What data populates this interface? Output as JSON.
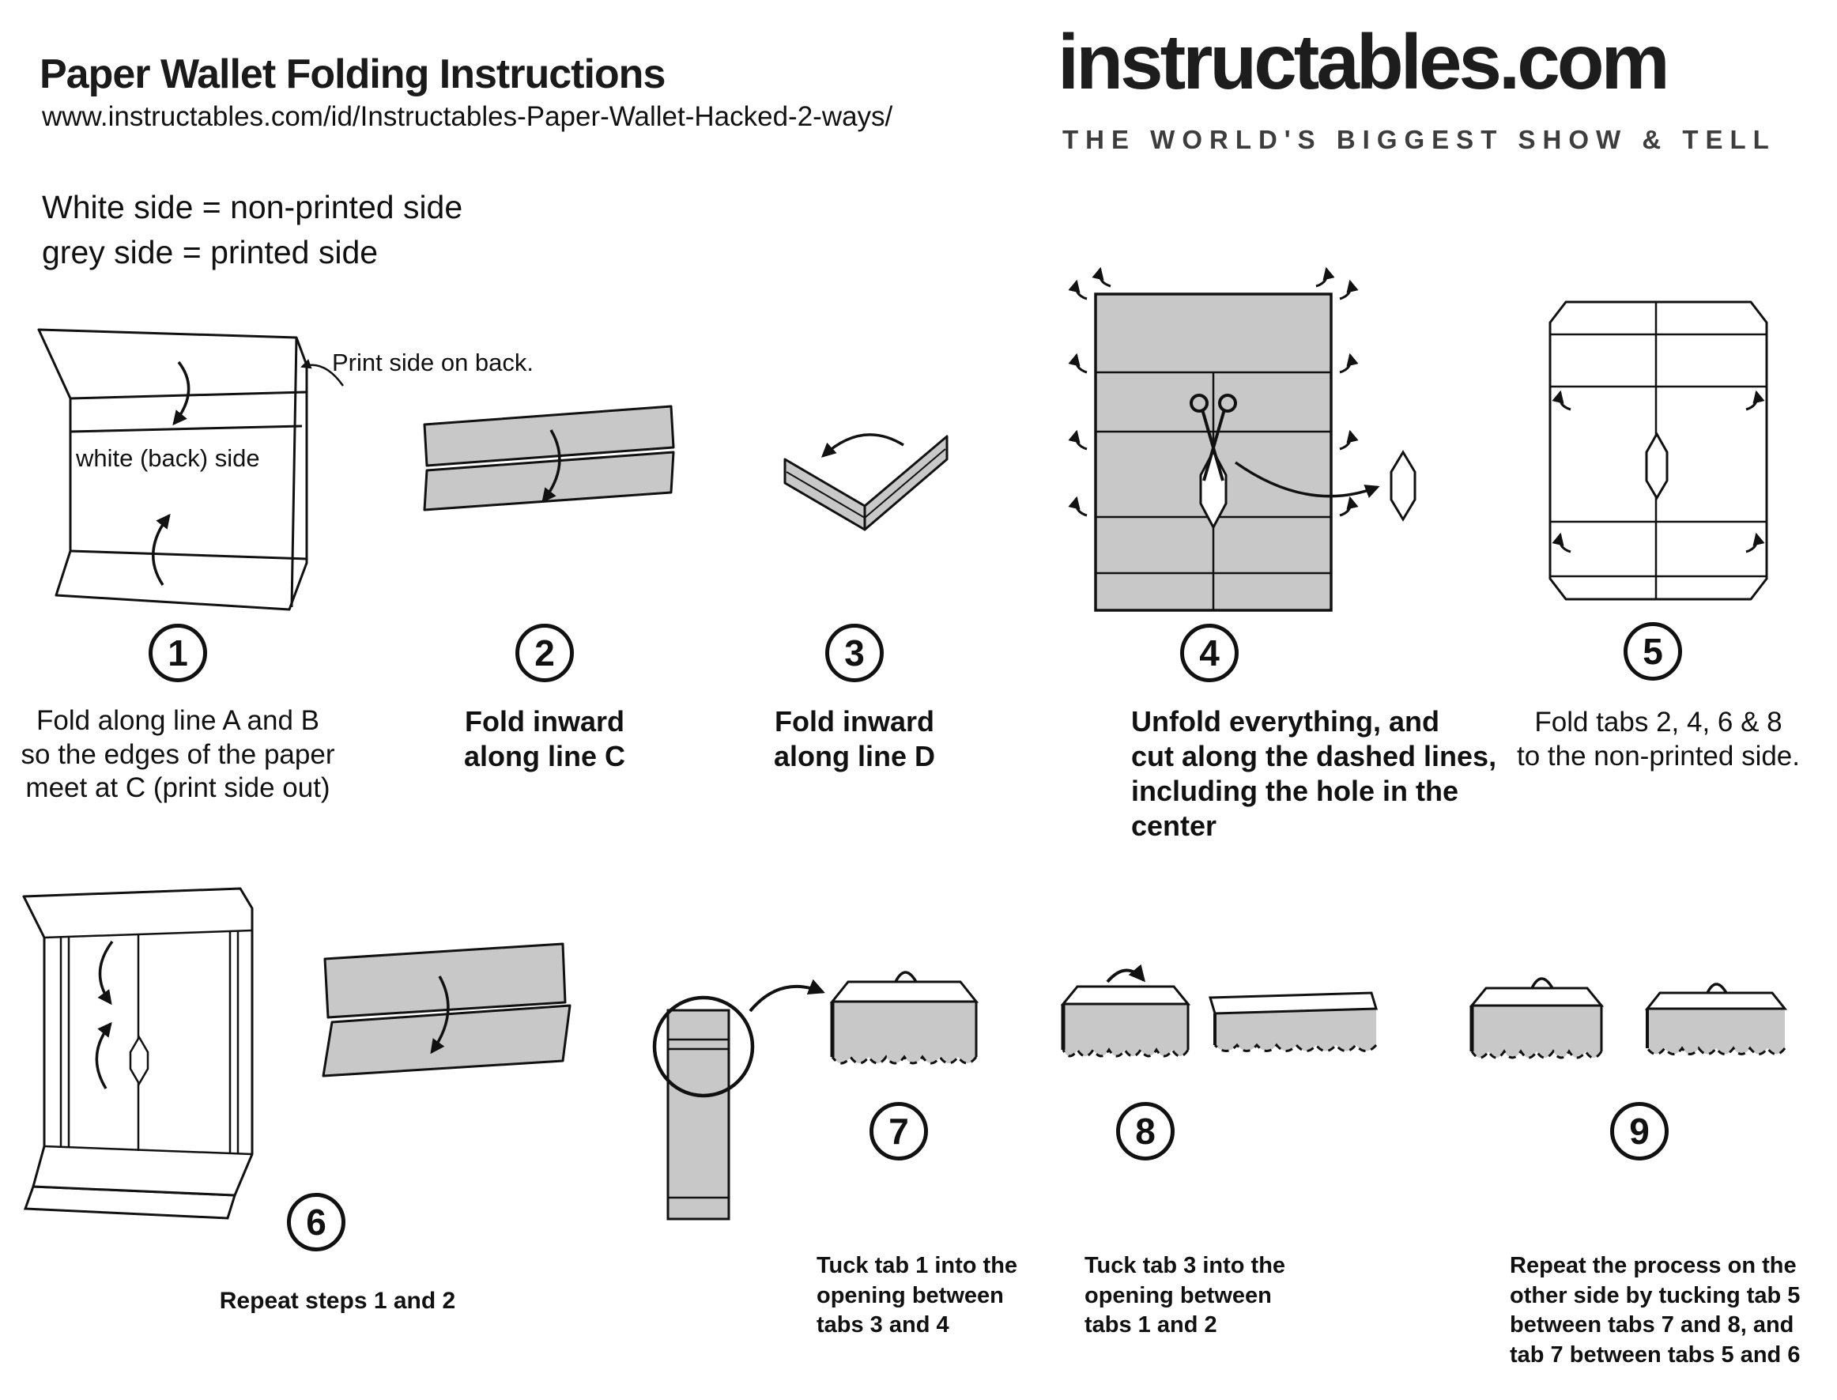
{
  "header": {
    "title": "Paper Wallet Folding Instructions",
    "url": "www.instructables.com/id/Instructables-Paper-Wallet-Hacked-2-ways/",
    "legend": "White side = non-printed side\ngrey side = printed side"
  },
  "brand": {
    "logo": "instructables.com",
    "tagline": "THE WORLD'S BIGGEST SHOW & TELL"
  },
  "colors": {
    "paper_grey": "#c8c8c8",
    "ink": "#111111"
  },
  "steps": [
    {
      "number": "1",
      "caption": "Fold along line A and B\nso the edges of the paper\nmeet at C (print side out)",
      "label_inner": "white (back) side",
      "label_annotation": "Print side on back."
    },
    {
      "number": "2",
      "caption": "Fold inward\nalong line C"
    },
    {
      "number": "3",
      "caption": "Fold inward\nalong line D"
    },
    {
      "number": "4",
      "caption": "Unfold everything, and\ncut along the dashed lines,\nincluding the hole in the\ncenter"
    },
    {
      "number": "5",
      "caption": "Fold tabs 2, 4, 6 & 8\nto the non-printed side."
    },
    {
      "number": "6",
      "caption": "Repeat steps 1 and 2"
    },
    {
      "number": "7",
      "caption": "Tuck tab 1 into the\nopening between\ntabs 3 and 4"
    },
    {
      "number": "8",
      "caption": "Tuck tab 3 into the\nopening between\ntabs 1 and 2"
    },
    {
      "number": "9",
      "caption": "Repeat the process on the\nother side by tucking tab 5\nbetween tabs 7 and 8, and\ntab 7 between tabs 5 and 6"
    }
  ]
}
